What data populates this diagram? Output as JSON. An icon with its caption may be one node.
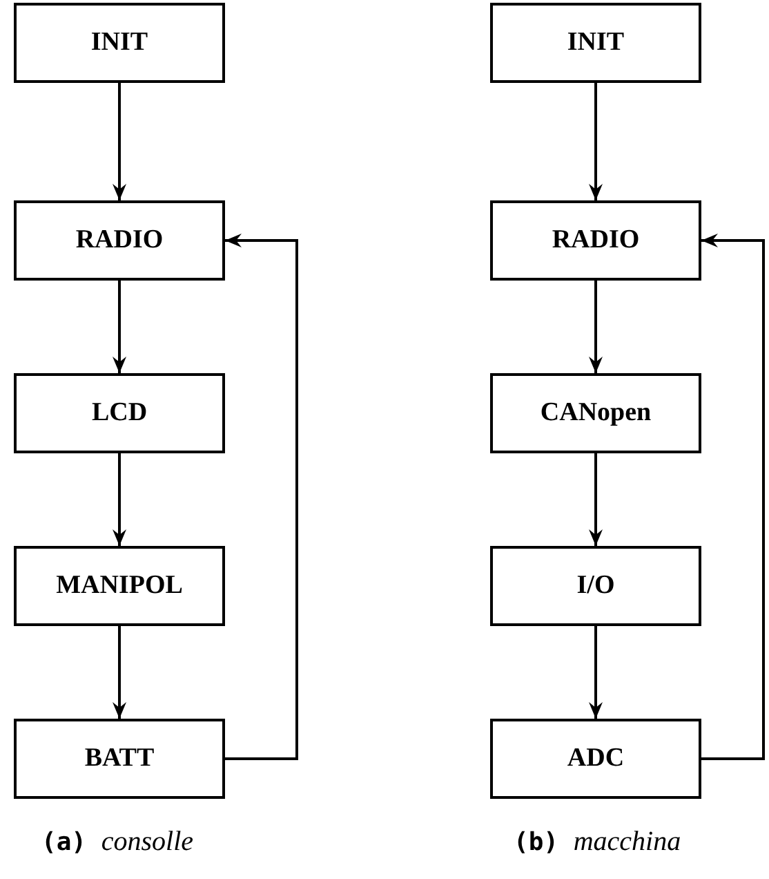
{
  "diagram": {
    "nodes": [
      {
        "text": [
          "INIT"
        ]
      },
      {
        "text": [
          "RADIO"
        ]
      },
      {
        "text": [
          "LCD"
        ]
      },
      {
        "text": [
          "MANIPOL"
        ]
      },
      {
        "text": [
          "BATT"
        ]
      },
      {
        "text": [
          "INIT"
        ]
      },
      {
        "text": [
          "RADIO"
        ]
      },
      {
        "text": [
          "CANopen"
        ]
      },
      {
        "text": [
          "I/O"
        ]
      },
      {
        "text": [
          "ADC"
        ]
      }
    ],
    "edges": [
      {
        "from": 0,
        "to": 1,
        "arrow": "to"
      },
      {
        "from": 1,
        "to": 2,
        "arrow": "to"
      },
      {
        "from": 2,
        "to": 3,
        "arrow": "to"
      },
      {
        "from": 3,
        "to": 4,
        "arrow": "to"
      },
      {
        "from": 4,
        "to": 1,
        "arrow": "to"
      },
      {
        "from": 5,
        "to": 6,
        "arrow": "to"
      },
      {
        "from": 6,
        "to": 7,
        "arrow": "to"
      },
      {
        "from": 7,
        "to": 8,
        "arrow": "to"
      },
      {
        "from": 8,
        "to": 9,
        "arrow": "to"
      },
      {
        "from": 9,
        "to": 6,
        "arrow": "to"
      }
    ],
    "labels": [
      "**(a)** *consolle*",
      "**(b)** *macchina*"
    ]
  }
}
